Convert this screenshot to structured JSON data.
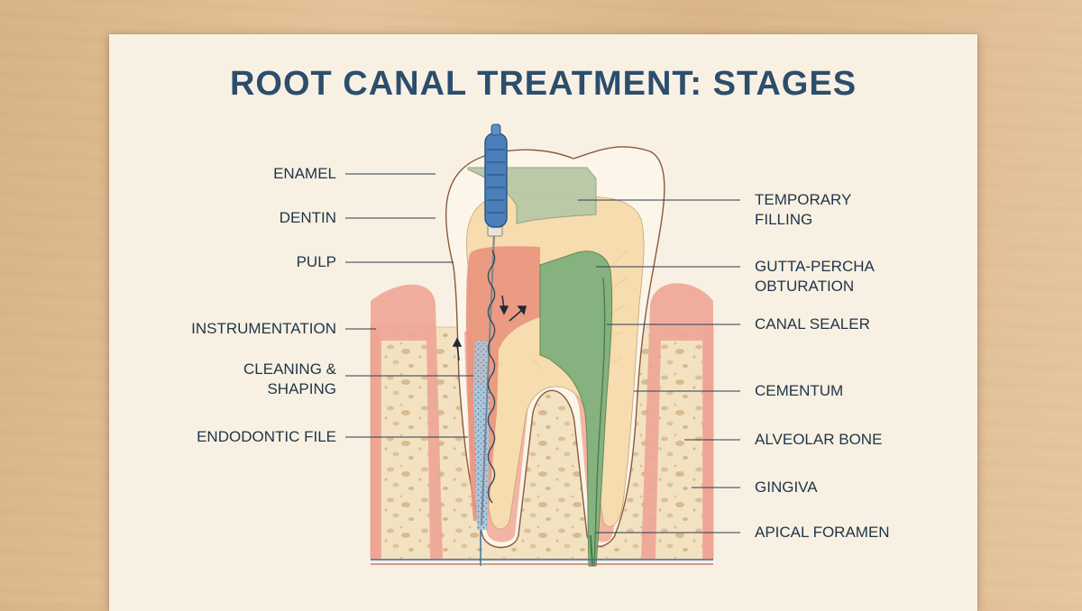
{
  "title": "ROOT CANAL TREATMENT: STAGES",
  "labels_left": [
    {
      "id": "enamel",
      "text": "ENAMEL"
    },
    {
      "id": "dentin",
      "text": "DENTIN"
    },
    {
      "id": "pulp",
      "text": "PULP"
    },
    {
      "id": "instrumentation",
      "text": "INSTRUMENTATION"
    },
    {
      "id": "cleaning-shaping",
      "text": "CLEANING &\nSHAPING"
    },
    {
      "id": "endodontic-file",
      "text": "ENDODONTIC FILE"
    }
  ],
  "labels_right": [
    {
      "id": "temporary-filling",
      "text": "TEMPORARY\nFILLING"
    },
    {
      "id": "gutta-percha",
      "text": "GUTTA-PERCHA\nOBTURATION"
    },
    {
      "id": "canal-sealer",
      "text": "CANAL SEALER"
    },
    {
      "id": "cementum",
      "text": "CEMENTUM"
    },
    {
      "id": "alveolar-bone",
      "text": "ALVEOLAR BONE"
    },
    {
      "id": "gingiva",
      "text": "GINGIVA"
    },
    {
      "id": "apical-foramen",
      "text": "APICAL FORAMEN"
    }
  ],
  "colors": {
    "title": "#2b4e6d",
    "enamel": "#fbf5ea",
    "dentin": "#f6dcae",
    "pulp": "#e9937d",
    "gutta_percha": "#86b27f",
    "temporary_filling": "#b7c8a6",
    "gingiva": "#eea596",
    "bone": "#f1ddb8",
    "file": "#4b7fb9"
  }
}
